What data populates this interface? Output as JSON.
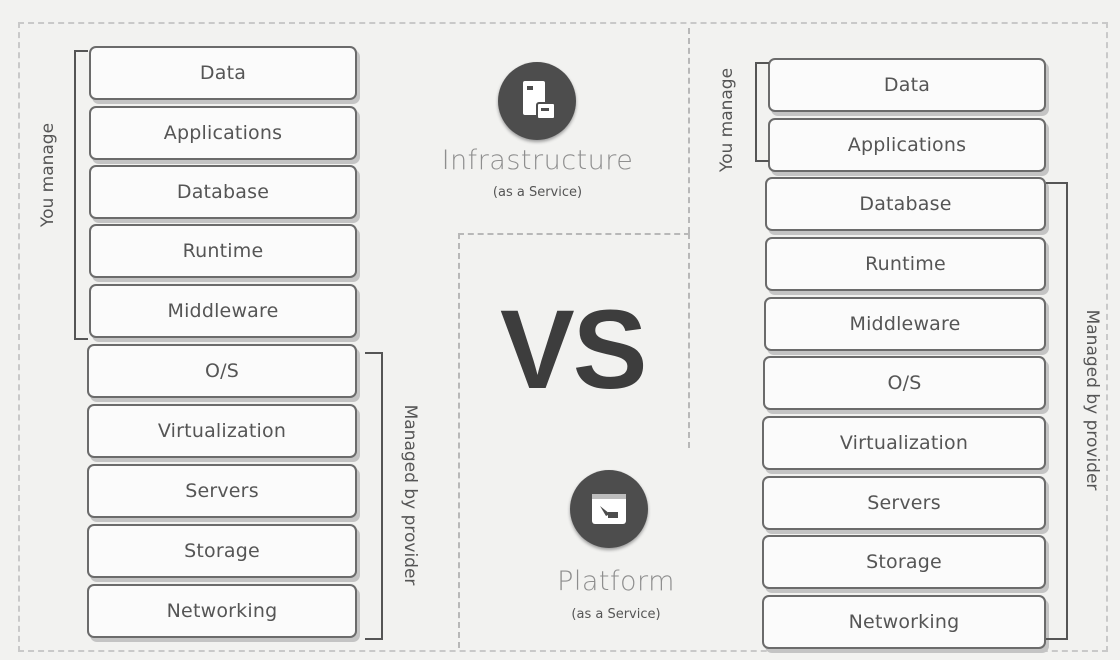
{
  "iaas": {
    "title": "Infrastructure",
    "subtitle": "(as a Service)",
    "layers": [
      "Data",
      "Applications",
      "Database",
      "Runtime",
      "Middleware",
      "O/S",
      "Virtualization",
      "Servers",
      "Storage",
      "Networking"
    ],
    "you_manage_label": "You manage",
    "provider_label": "Managed by provider"
  },
  "vs_label": "VS",
  "paas": {
    "title": "Platform",
    "subtitle": "(as a Service)",
    "layers": [
      "Data",
      "Applications",
      "Database",
      "Runtime",
      "Middleware",
      "O/S",
      "Virtualization",
      "Servers",
      "Storage",
      "Networking"
    ],
    "you_manage_label": "You manage",
    "provider_label": "Managed by provider"
  },
  "icons": {
    "infrastructure": "server-icon",
    "platform": "window-icon"
  },
  "colors": {
    "box_border": "#6b6b6b",
    "emblem": "#4d4d4d",
    "vs_text": "#3d3d3d"
  }
}
